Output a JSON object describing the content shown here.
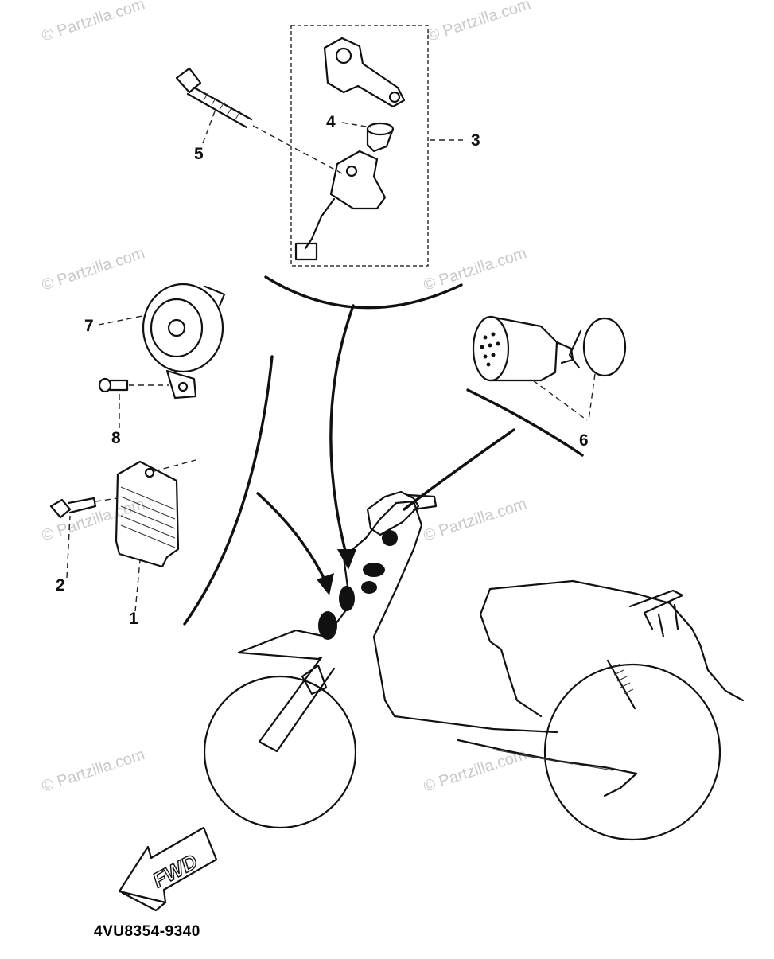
{
  "diagram": {
    "callouts": {
      "c1": "1",
      "c2": "2",
      "c3": "3",
      "c4": "4",
      "c5": "5",
      "c6": "6",
      "c7": "7",
      "c8": "8"
    },
    "fwd_label": "FWD",
    "diagram_code": "4VU8354-9340",
    "watermark": "© Partzilla.com"
  }
}
